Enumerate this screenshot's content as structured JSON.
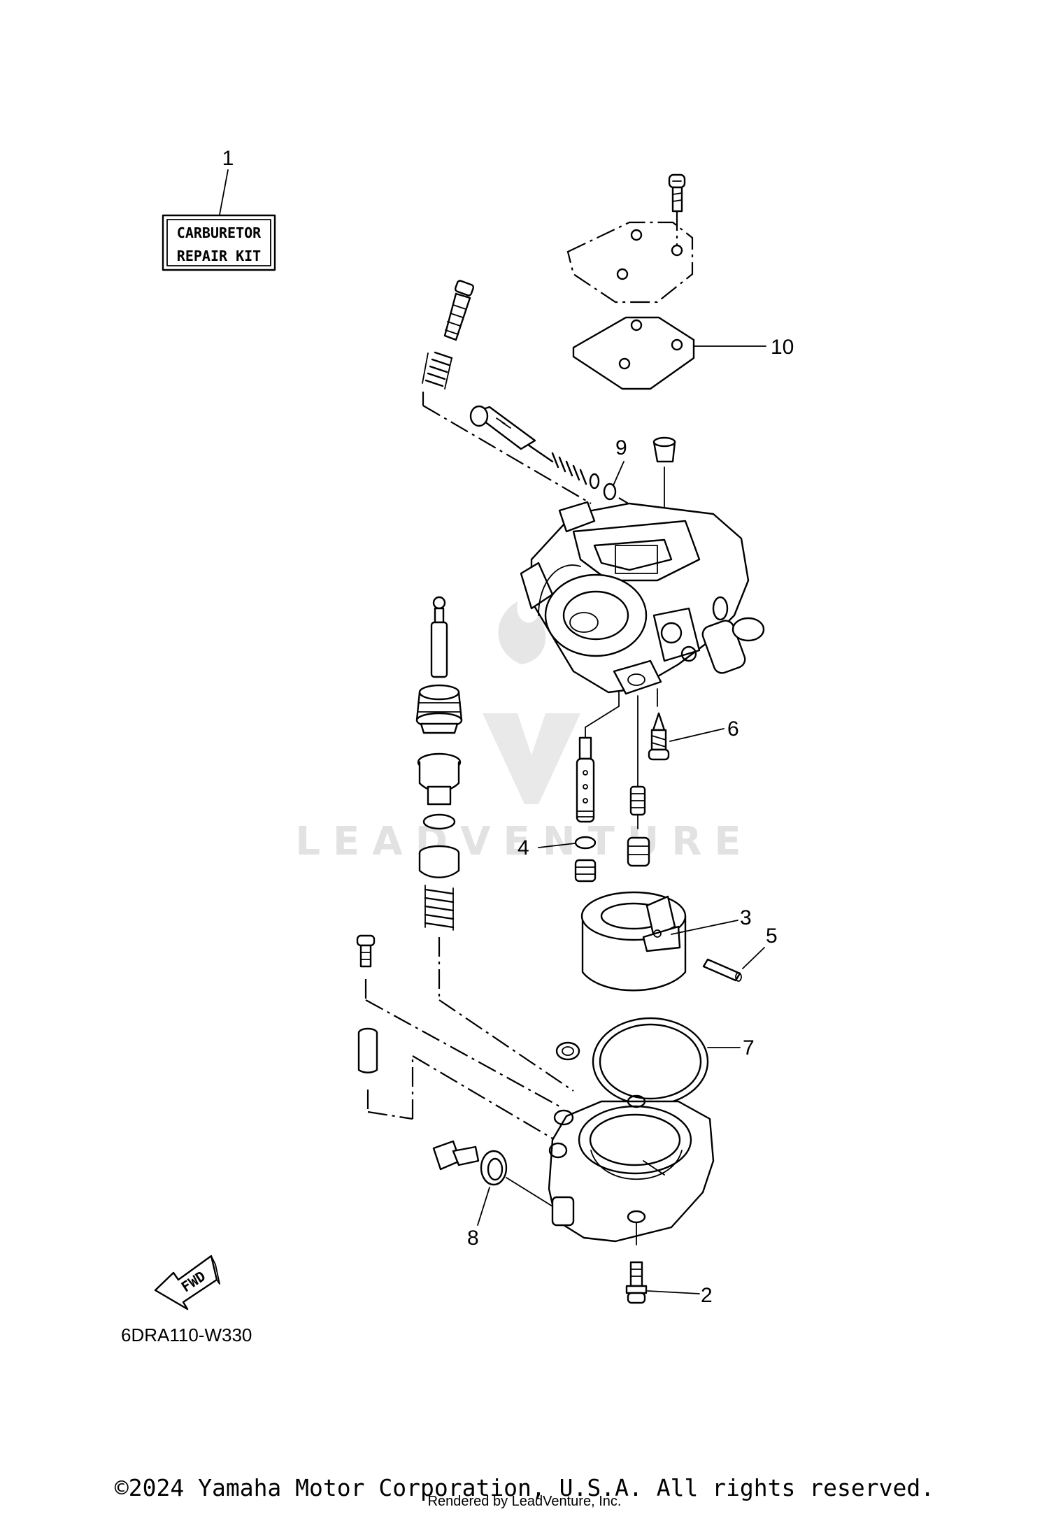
{
  "diagram": {
    "diagram_code": "6DRA110-W330",
    "kit_label": {
      "line1": "CARBURETOR",
      "line2": "REPAIR KIT"
    },
    "fwd_label": "FWD",
    "callouts": [
      "1",
      "2",
      "3",
      "4",
      "5",
      "6",
      "7",
      "8",
      "9",
      "10"
    ]
  },
  "watermark": {
    "text": "LEADVENTURE"
  },
  "footer": {
    "copyright": "©2024 Yamaha Motor Corporation, U.S.A. All rights reserved.",
    "rendered_by": "Rendered by LeadVenture, Inc."
  }
}
